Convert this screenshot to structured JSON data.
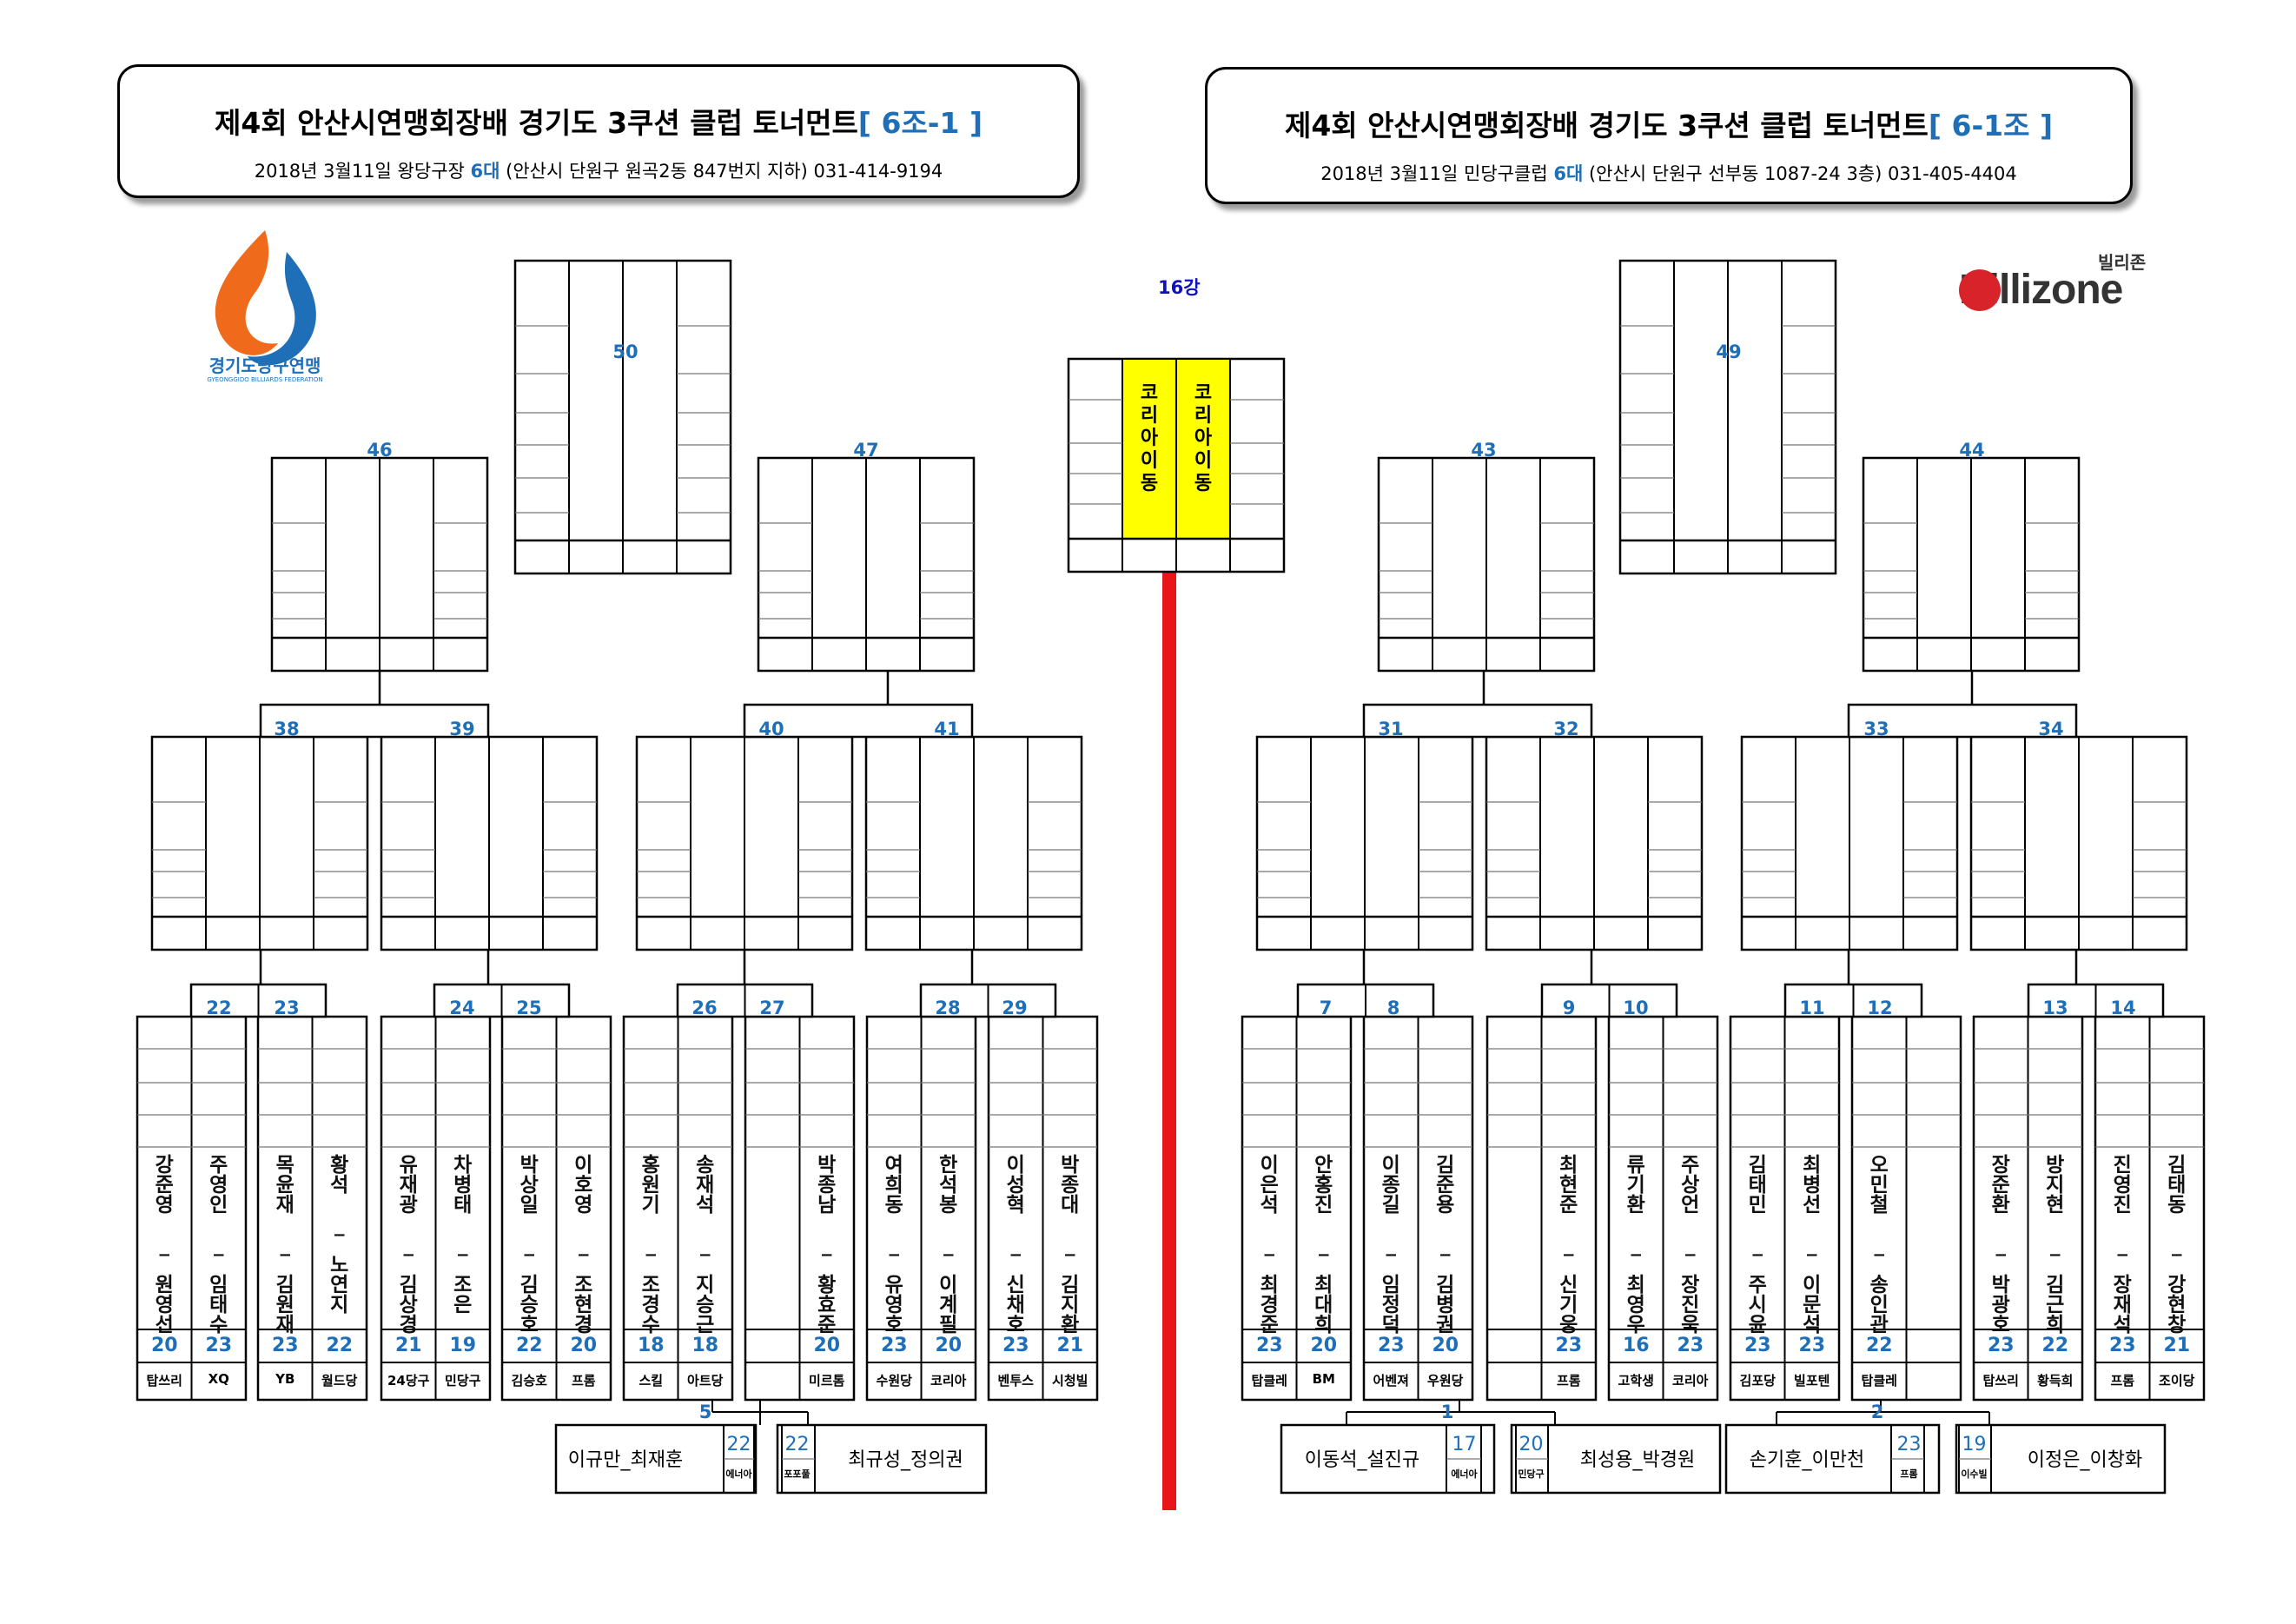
{
  "headers": {
    "left": {
      "title_main": "제4회 안산시연맹회장배 경기도 3쿠션 클럽 토너먼트",
      "title_group": "[ 6조-1 ]",
      "date_venue": "2018년 3월11일 왕당구장 ",
      "tables": "6대",
      "address": " (안산시 단원구 원곡2동 847번지 지하) 031-414-9194"
    },
    "right": {
      "title_main": "제4회 안산시연맹회장배 경기도 3쿠션 클럽 토너먼트",
      "title_group": "[ 6-1조 ]",
      "date_venue": "2018년 3월11일 민당구클럽 ",
      "tables": "6대",
      "address": " (안산시 단원구 선부동 1087-24 3층) 031-405-4404"
    }
  },
  "logos": {
    "left_text": "경기도당구연맹",
    "left_sub": "GYEONGGIDO BILLIARDS FEDERATION",
    "right_small": "빌리존",
    "right_brand": "Billizone"
  },
  "round_label": "16강",
  "center_box": {
    "col1": "코리아이동",
    "col2": "코리아이동"
  },
  "match_labels": [
    "50",
    "49",
    "46",
    "47",
    "43",
    "44",
    "38",
    "39",
    "40",
    "41",
    "31",
    "32",
    "33",
    "34",
    "22",
    "23",
    "24",
    "25",
    "26",
    "27",
    "28",
    "29",
    "7",
    "8",
    "9",
    "10",
    "11",
    "12",
    "13",
    "14",
    "5",
    "1",
    "2"
  ],
  "players": [
    {
      "name": "강준영_원영선",
      "score": "20",
      "club": "탑쓰리"
    },
    {
      "name": "주영인_임태수",
      "score": "23",
      "club": "XQ"
    },
    {
      "name": "목윤재_김원재",
      "score": "23",
      "club": "YB"
    },
    {
      "name": "황석_노연지",
      "score": "22",
      "club": "월드당"
    },
    {
      "name": "유재광_김상경",
      "score": "21",
      "club": "24당구"
    },
    {
      "name": "차병태_조은",
      "score": "19",
      "club": "민당구"
    },
    {
      "name": "박상일_김승호",
      "score": "22",
      "club": "김승호"
    },
    {
      "name": "이호영_조현경",
      "score": "20",
      "club": "프롬"
    },
    {
      "name": "홍원기_조경수",
      "score": "18",
      "club": "스킬"
    },
    {
      "name": "송재석_지승근",
      "score": "18",
      "club": "아트당"
    },
    {
      "name": "",
      "score": "",
      "club": ""
    },
    {
      "name": "박종남_황효준",
      "score": "20",
      "club": "미르톰"
    },
    {
      "name": "여희동_유영호",
      "score": "23",
      "club": "수원당"
    },
    {
      "name": "한석봉_이계필",
      "score": "20",
      "club": "코리아"
    },
    {
      "name": "이성혁_신채호",
      "score": "23",
      "club": "벤투스"
    },
    {
      "name": "박종대_김지환",
      "score": "21",
      "club": "시청빌"
    },
    {
      "name": "이은석_최경준",
      "score": "23",
      "club": "탑클레"
    },
    {
      "name": "안홍진_최대희",
      "score": "20",
      "club": "BM"
    },
    {
      "name": "이종길_임정덕",
      "score": "23",
      "club": "어벤져"
    },
    {
      "name": "김준용_김병권",
      "score": "20",
      "club": "우원당"
    },
    {
      "name": "",
      "score": "",
      "club": ""
    },
    {
      "name": "최현준_신기웅",
      "score": "23",
      "club": "프롬"
    },
    {
      "name": "류기환_최영우",
      "score": "16",
      "club": "고학생"
    },
    {
      "name": "주상언_장진욱",
      "score": "23",
      "club": "코리아"
    },
    {
      "name": "김태민_주시윤",
      "score": "23",
      "club": "김포당"
    },
    {
      "name": "최병선_이문석",
      "score": "23",
      "club": "빌포텐"
    },
    {
      "name": "오민철_송인관",
      "score": "22",
      "club": "탑클레"
    },
    {
      "name": "",
      "score": "",
      "club": ""
    },
    {
      "name": "장준환_박광호",
      "score": "23",
      "club": "탑쓰리"
    },
    {
      "name": "방지현_김근희",
      "score": "22",
      "club": "황득희"
    },
    {
      "name": "진영진_장재석",
      "score": "23",
      "club": "프롬"
    },
    {
      "name": "김태동_강현창",
      "score": "21",
      "club": "조이당"
    }
  ],
  "byes": [
    {
      "name": "이규만_최재훈",
      "score": "22",
      "club": "에너아"
    },
    {
      "name": "최규성_정의권",
      "score": "22",
      "club": "포포풀"
    },
    {
      "name": "이동석_설진규",
      "score": "17",
      "club": "에너아"
    },
    {
      "name": "최성용_박경원",
      "score": "20",
      "club": "민당구"
    },
    {
      "name": "손기훈_이만천",
      "score": "23",
      "club": "프롬"
    },
    {
      "name": "이정은_이창화",
      "score": "19",
      "club": "이수빌"
    }
  ],
  "colors": {
    "accent": "#1e6fb8",
    "highlight": "#ffff00",
    "red_line": "#e8151b"
  }
}
